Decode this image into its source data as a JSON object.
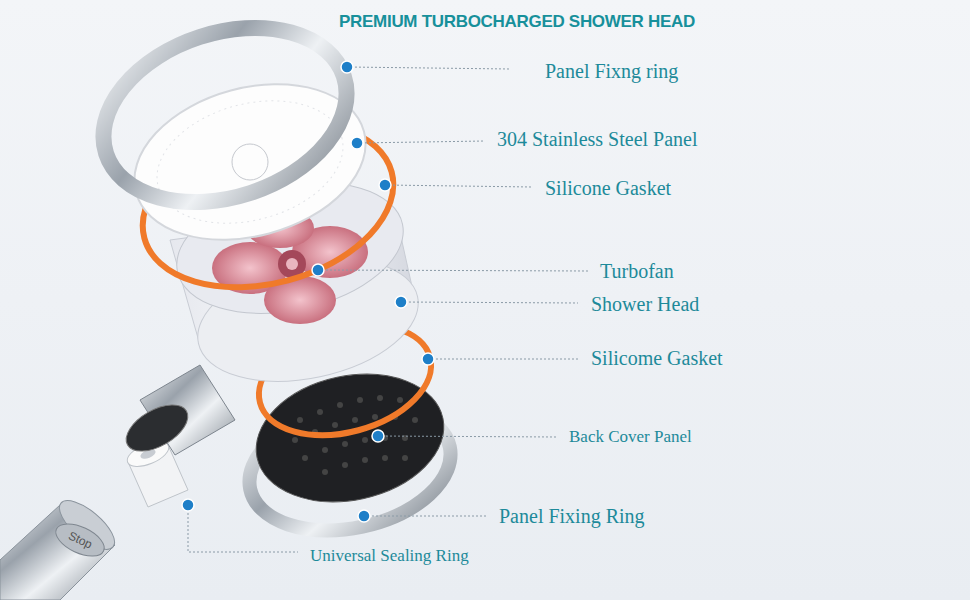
{
  "diagram": {
    "title": "PREMIUM TURBOCHARGED SHOWER HEAD",
    "labels": [
      "Panel Fixng ring",
      "304 Stainless Steel Panel",
      "Silicone Gasket",
      "Turbofan",
      "Shower Head",
      "Silicome Gasket",
      "Back Cover Panel",
      "Panel Fixing Ring",
      "Universal Sealing Ring",
      "Stop"
    ]
  }
}
